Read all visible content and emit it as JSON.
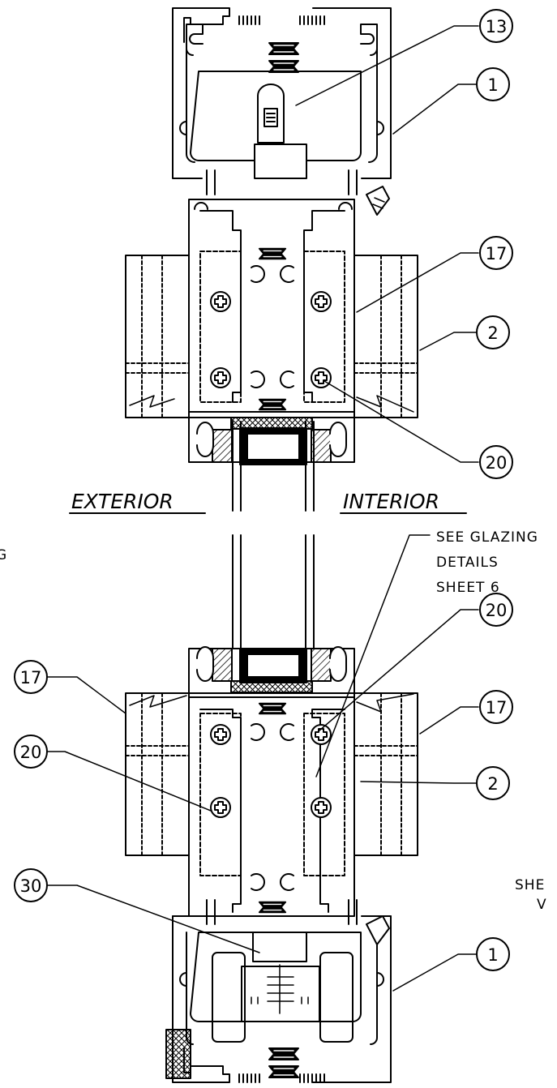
{
  "labels": {
    "exterior": "EXTERIOR",
    "interior": "INTERIOR"
  },
  "glazing_note": {
    "line1": "SEE  GLAZING",
    "line2": "DETAILS",
    "line3": "SHEET  6"
  },
  "edge_fragments": {
    "left": "G",
    "right_line1": "SHE",
    "right_line2": "V"
  },
  "callouts": [
    {
      "id": "c13",
      "label": "13"
    },
    {
      "id": "c1a",
      "label": "1"
    },
    {
      "id": "c17a",
      "label": "17"
    },
    {
      "id": "c2a",
      "label": "2"
    },
    {
      "id": "c20a",
      "label": "20"
    },
    {
      "id": "c20b",
      "label": "20"
    },
    {
      "id": "c17b",
      "label": "17"
    },
    {
      "id": "c17c",
      "label": "17"
    },
    {
      "id": "c20c",
      "label": "20"
    },
    {
      "id": "c2b",
      "label": "2"
    },
    {
      "id": "c30",
      "label": "30"
    },
    {
      "id": "c1b",
      "label": "1"
    }
  ],
  "colors": {
    "line": "#000000",
    "background": "#ffffff"
  }
}
